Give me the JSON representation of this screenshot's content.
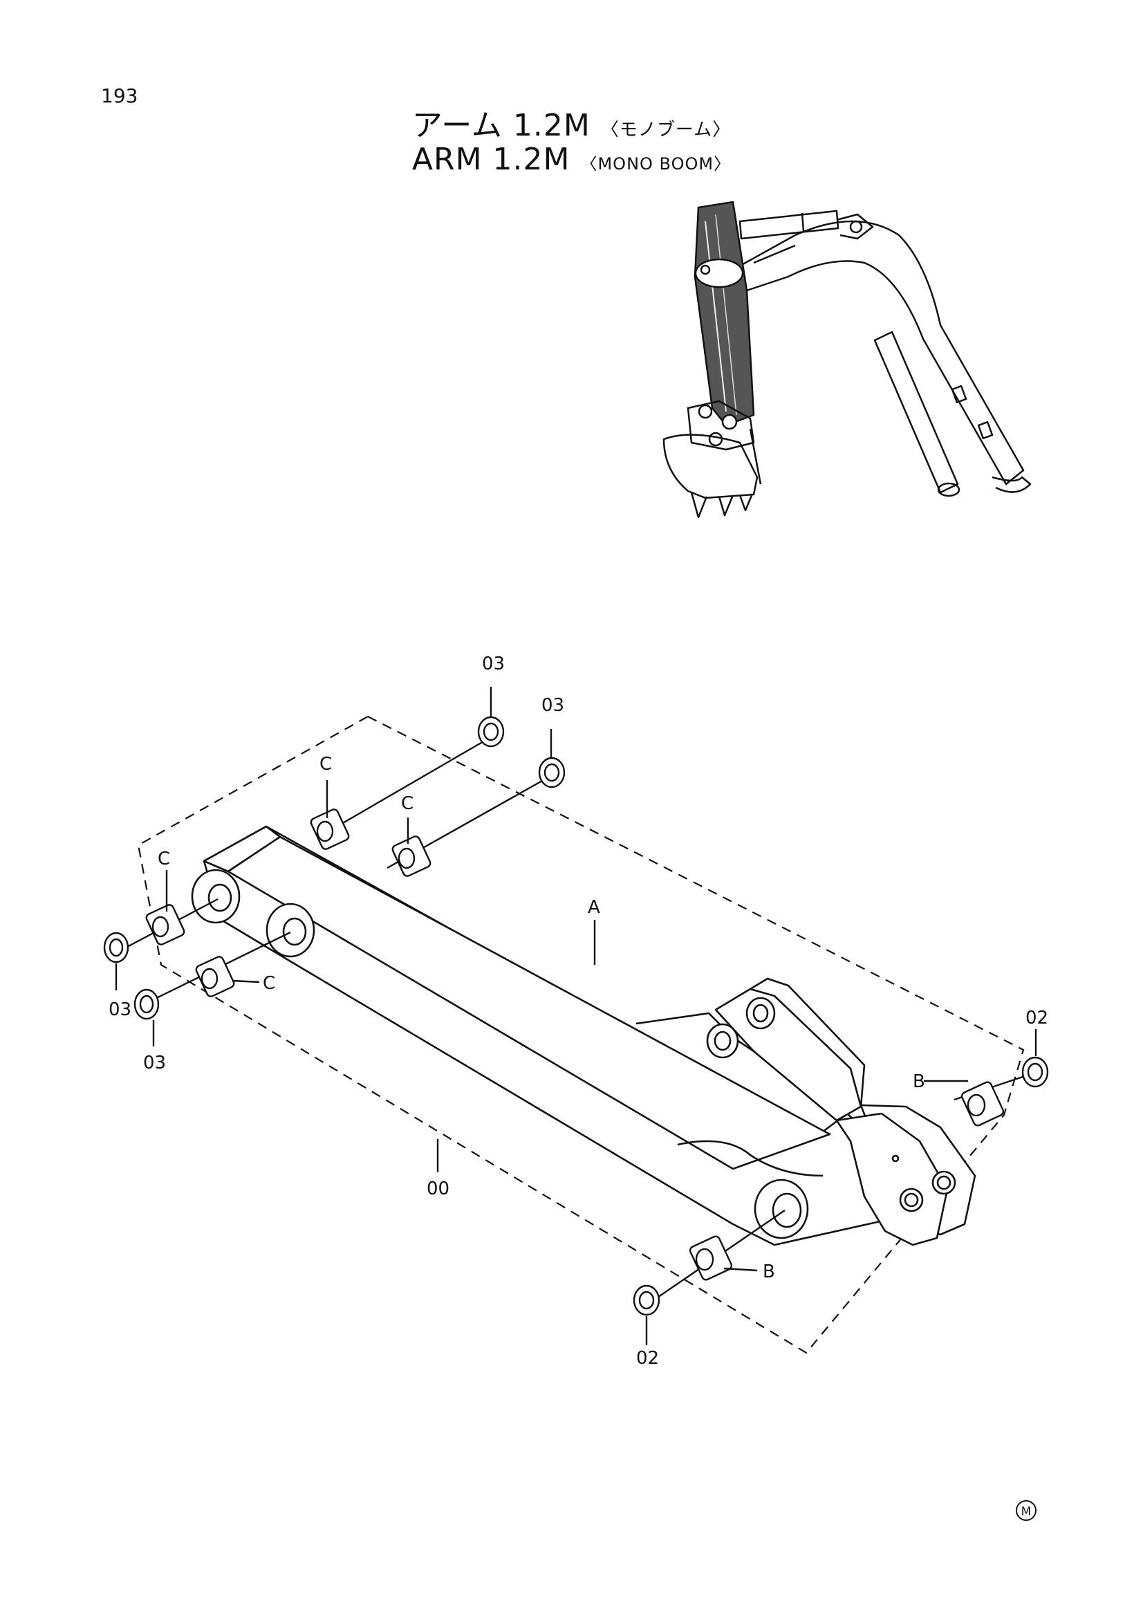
{
  "page": {
    "number": "193",
    "mark": "M"
  },
  "title": {
    "jp_main": "アーム 1.2M",
    "jp_sub": "〈モノブーム〉",
    "en_main": "ARM 1.2M",
    "en_sub": "〈MONO BOOM〉"
  },
  "callouts": {
    "assembly": "00",
    "arm": "A",
    "bushing_b": "B",
    "bushing_c": "C",
    "seal_02": "02",
    "seal_03": "03"
  }
}
